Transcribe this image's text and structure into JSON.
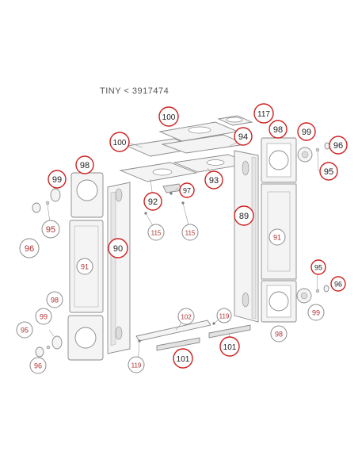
{
  "title": "TINY < 3917474",
  "colors": {
    "red": "#cc2222",
    "gray": "#8c8c8c",
    "part_label": "#b03030"
  },
  "callouts": [
    {
      "id": "c100a",
      "label": "100",
      "ring": "red"
    },
    {
      "id": "c100b",
      "label": "100",
      "ring": "red"
    },
    {
      "id": "c117",
      "label": "117",
      "ring": "red"
    },
    {
      "id": "c98a",
      "label": "98",
      "ring": "red"
    },
    {
      "id": "c99a",
      "label": "99",
      "ring": "red"
    },
    {
      "id": "c96a",
      "label": "96",
      "ring": "red"
    },
    {
      "id": "c94",
      "label": "94",
      "ring": "red"
    },
    {
      "id": "c95a",
      "label": "95",
      "ring": "red"
    },
    {
      "id": "c93",
      "label": "93",
      "ring": "red"
    },
    {
      "id": "c97",
      "label": "97",
      "ring": "red"
    },
    {
      "id": "c92",
      "label": "92",
      "ring": "red"
    },
    {
      "id": "c98b",
      "label": "98",
      "ring": "red"
    },
    {
      "id": "c99b",
      "label": "99",
      "ring": "red"
    },
    {
      "id": "c95b",
      "label": "95",
      "ring": "red"
    },
    {
      "id": "c96b",
      "label": "96",
      "ring": "red"
    },
    {
      "id": "c90",
      "label": "90",
      "ring": "red"
    },
    {
      "id": "c115a",
      "label": "115",
      "ring": "gray"
    },
    {
      "id": "c115b",
      "label": "115",
      "ring": "gray"
    },
    {
      "id": "c89",
      "label": "89",
      "ring": "red"
    },
    {
      "id": "c91a",
      "label": "91",
      "ring": "gray"
    },
    {
      "id": "c91b",
      "label": "91",
      "ring": "gray"
    },
    {
      "id": "c95c",
      "label": "95",
      "ring": "gray"
    },
    {
      "id": "c96c",
      "label": "96",
      "ring": "gray"
    },
    {
      "id": "c99c",
      "label": "99",
      "ring": "gray"
    },
    {
      "id": "c98c",
      "label": "98",
      "ring": "gray"
    },
    {
      "id": "c98d",
      "label": "98",
      "ring": "gray"
    },
    {
      "id": "c99d",
      "label": "99",
      "ring": "gray"
    },
    {
      "id": "c95d",
      "label": "95",
      "ring": "gray"
    },
    {
      "id": "c96d",
      "label": "96",
      "ring": "gray"
    },
    {
      "id": "c102",
      "label": "102",
      "ring": "gray"
    },
    {
      "id": "c119a",
      "label": "119",
      "ring": "gray"
    },
    {
      "id": "c119b",
      "label": "119",
      "ring": "gray"
    },
    {
      "id": "c101a",
      "label": "101",
      "ring": "red"
    },
    {
      "id": "c101b",
      "label": "101",
      "ring": "red"
    }
  ]
}
